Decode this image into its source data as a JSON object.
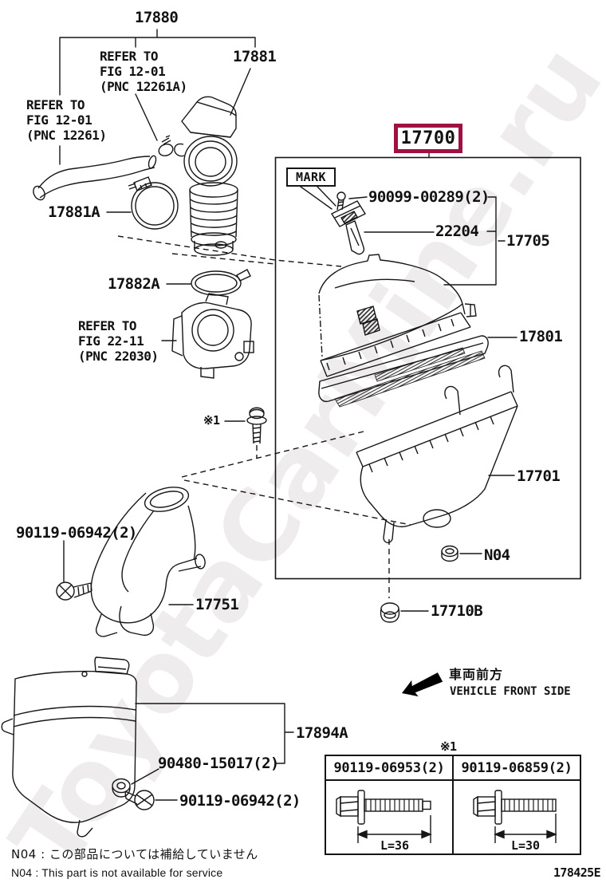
{
  "watermark": "ToyotaCarMine.ru",
  "figure": {
    "highlighted_assembly": "17700",
    "drawing_code": "178425E"
  },
  "callouts": {
    "p17880": "17880",
    "p17881": "17881",
    "p17881A": "17881A",
    "p17882A": "17882A",
    "refer_12_01_a": "REFER TO\nFIG 12-01\n(PNC 12261A)",
    "refer_12_01_b": "REFER TO\nFIG 12-01\n(PNC 12261)",
    "refer_22_11": "REFER TO\nFIG 22-11\n(PNC 22030)",
    "mark_tag": "MARK",
    "p90099": "90099-00289(2)",
    "p22204": "22204",
    "p17705": "17705",
    "p17801": "17801",
    "p17701": "17701",
    "n04_ref": "N04",
    "p17710B": "17710B",
    "asterisk1": "※1",
    "p90119_intake": "90119-06942(2)",
    "p17751": "17751",
    "p17894A": "17894A",
    "p90480": "90480-15017(2)",
    "p90119_resonator": "90119-06942(2)"
  },
  "front_side": {
    "jp": "車両前方",
    "en": "VEHICLE FRONT SIDE"
  },
  "bolt_table": {
    "ref_mark": "※1",
    "columns": [
      {
        "part_number": "90119-06953(2)",
        "length_label": "L=36"
      },
      {
        "part_number": "90119-06859(2)",
        "length_label": "L=30"
      }
    ]
  },
  "notes": {
    "jp": "N04 : この部品については補給していません",
    "en": "N04 : This part is not available for service"
  }
}
